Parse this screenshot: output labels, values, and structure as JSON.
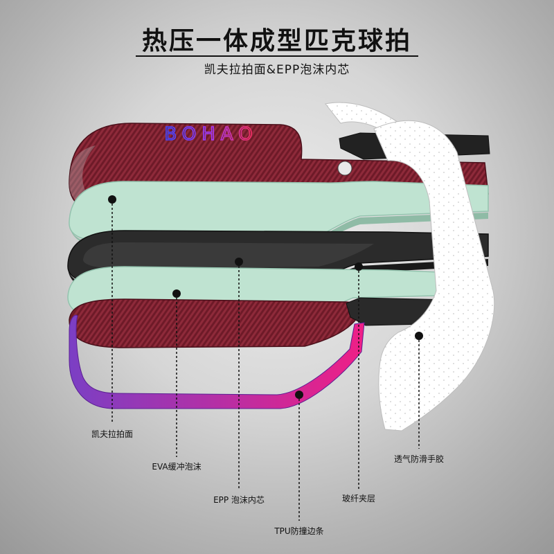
{
  "header": {
    "title": "热压一体成型匹克球拍",
    "subtitle": "凯夫拉拍面&EPP泡沫内芯"
  },
  "paddle": {
    "brand": "BOHAO"
  },
  "layers": [
    {
      "id": "kevlar-face",
      "label": "凯夫拉拍面"
    },
    {
      "id": "eva-foam",
      "label": "EVA缓冲泡沫"
    },
    {
      "id": "epp-core",
      "label": "EPP 泡沫内芯"
    },
    {
      "id": "tpu-edge",
      "label": "TPU防撞边条"
    },
    {
      "id": "fiberglass",
      "label": "玻纤夹层"
    },
    {
      "id": "grip-tape",
      "label": "透气防滑手胶"
    }
  ],
  "colors": {
    "kevlar": "#7a1e2c",
    "eva": "#bfe3d1",
    "epp": "#2b2b2b",
    "tpu_start": "#7b3fc4",
    "tpu_end": "#ef1f86",
    "grip": "#ffffff"
  }
}
